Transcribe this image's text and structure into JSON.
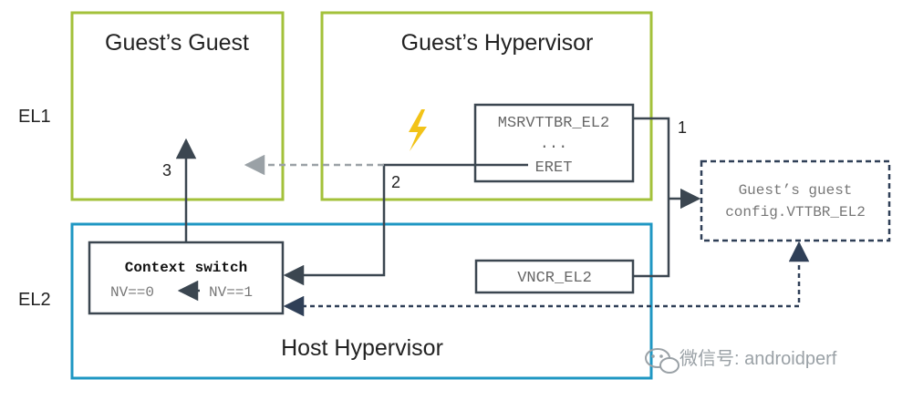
{
  "boxes": {
    "guest_guest_title": "Guest’s Guest",
    "guest_hyp_title": "Guest’s Hypervisor",
    "host_hyp_title": "Host Hypervisor",
    "msrvttbr_label": "MSRVTTBR_EL2",
    "ellipsis": "...",
    "eret_label": "ERET",
    "vncr_label": "VNCR_EL2",
    "context_switch_title": "Context switch",
    "nv0": "NV==0",
    "nv1": "NV==1",
    "guest_config_line1": "Guest’s guest",
    "guest_config_line2": "config.VTTBR_EL2"
  },
  "levels": {
    "el1": "EL1",
    "el2": "EL2"
  },
  "steps": {
    "one": "1",
    "two": "2",
    "three": "3"
  },
  "watermark": {
    "text": "微信号: androidperf"
  },
  "colors": {
    "green": "#a3c13a",
    "blue": "#1f97c3",
    "dark": "#3b4650",
    "dashed_gray": "#9aa1a6",
    "navy": "#2f3f57",
    "lightning": "#f2c318"
  }
}
